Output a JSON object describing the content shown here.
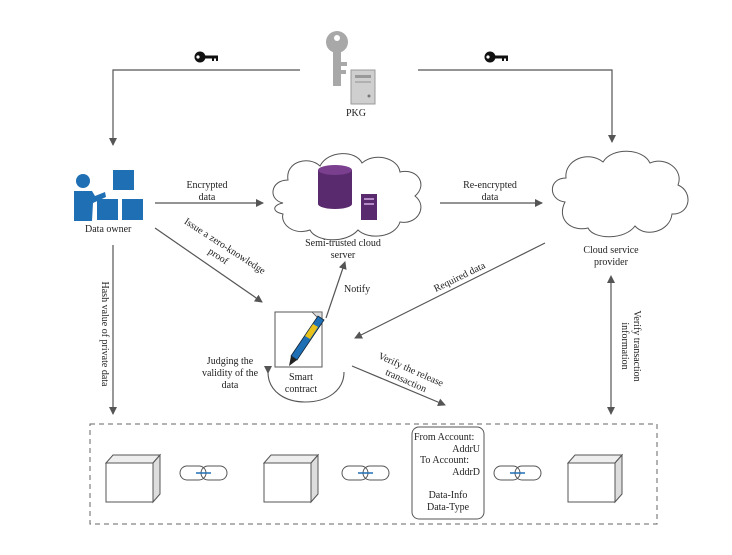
{
  "nodes": {
    "pkg": "PKG",
    "data_owner": "Data owner",
    "cloud_server": [
      "Semi-trusted cloud",
      "server"
    ],
    "cloud_provider": [
      "Cloud service",
      "provider"
    ],
    "smart_contract": [
      "Smart",
      "contract"
    ]
  },
  "edges": {
    "encrypted_data": [
      "Encrypted",
      "data"
    ],
    "reencrypted_data": [
      "Re-encrypted",
      "data"
    ],
    "zk_proof": [
      "Issue a zero-knowledge",
      "proof"
    ],
    "notify": "Notify",
    "required_data": "Required data",
    "judging": [
      "Judging the",
      "validity of the",
      "data"
    ],
    "verify_release": [
      "Verify the release",
      "transaction"
    ],
    "hash_value": "Hash value of private data",
    "verify_transaction": [
      "Verify transaction",
      "information"
    ]
  },
  "transaction_block": {
    "from_label": "From Account:",
    "from_value": "AddrU",
    "to_label": "To Account:",
    "to_value": "AddrD",
    "info": "Data-Info",
    "type": "Data-Type"
  },
  "colors": {
    "line": "#555555",
    "blue": "#1f6fb5",
    "purple": "#5a2a6e",
    "key_grey": "#9a9a9a"
  }
}
